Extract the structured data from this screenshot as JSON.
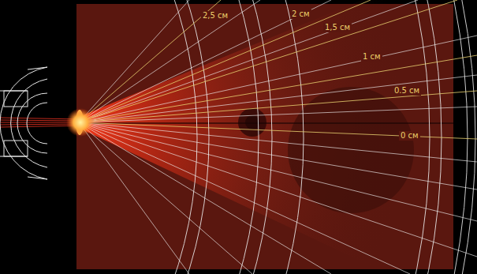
{
  "diagram": {
    "labels": [
      "2,5 см",
      "2 см",
      "1,5 см",
      "1 см",
      "0.5 см",
      "0 см"
    ]
  }
}
